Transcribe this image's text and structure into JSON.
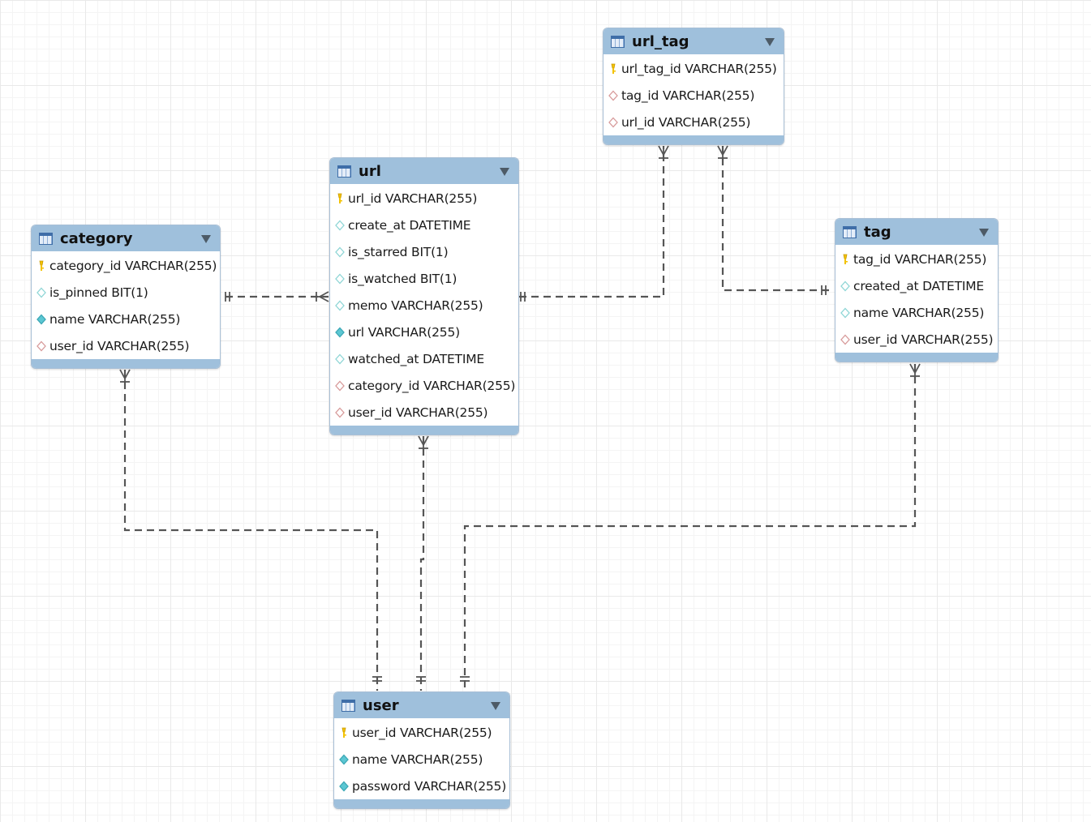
{
  "tables": [
    {
      "id": "url_tag",
      "name": "url_tag",
      "columns": [
        {
          "kind": "pk",
          "text": "url_tag_id VARCHAR(255)"
        },
        {
          "kind": "fk",
          "text": "tag_id VARCHAR(255)"
        },
        {
          "kind": "fk",
          "text": "url_id VARCHAR(255)"
        }
      ]
    },
    {
      "id": "url",
      "name": "url",
      "columns": [
        {
          "kind": "pk",
          "text": "url_id VARCHAR(255)"
        },
        {
          "kind": "nullable",
          "text": "create_at DATETIME"
        },
        {
          "kind": "nullable",
          "text": "is_starred BIT(1)"
        },
        {
          "kind": "nullable",
          "text": "is_watched BIT(1)"
        },
        {
          "kind": "nullable",
          "text": "memo VARCHAR(255)"
        },
        {
          "kind": "notnull",
          "text": "url VARCHAR(255)"
        },
        {
          "kind": "nullable",
          "text": "watched_at DATETIME"
        },
        {
          "kind": "fk",
          "text": "category_id VARCHAR(255)"
        },
        {
          "kind": "fk",
          "text": "user_id VARCHAR(255)"
        }
      ]
    },
    {
      "id": "category",
      "name": "category",
      "columns": [
        {
          "kind": "pk",
          "text": "category_id VARCHAR(255)"
        },
        {
          "kind": "nullable",
          "text": "is_pinned BIT(1)"
        },
        {
          "kind": "notnull",
          "text": "name VARCHAR(255)"
        },
        {
          "kind": "fk",
          "text": "user_id VARCHAR(255)"
        }
      ]
    },
    {
      "id": "tag",
      "name": "tag",
      "columns": [
        {
          "kind": "pk",
          "text": "tag_id VARCHAR(255)"
        },
        {
          "kind": "nullable",
          "text": "created_at DATETIME"
        },
        {
          "kind": "nullable",
          "text": "name VARCHAR(255)"
        },
        {
          "kind": "fk",
          "text": "user_id VARCHAR(255)"
        }
      ]
    },
    {
      "id": "user",
      "name": "user",
      "columns": [
        {
          "kind": "pk",
          "text": "user_id VARCHAR(255)"
        },
        {
          "kind": "notnull",
          "text": "name VARCHAR(255)"
        },
        {
          "kind": "notnull",
          "text": "password VARCHAR(255)"
        }
      ]
    }
  ],
  "relationships": [
    {
      "from": "url_tag",
      "to": "url",
      "cardinality": "many-to-one"
    },
    {
      "from": "url_tag",
      "to": "tag",
      "cardinality": "many-to-one"
    },
    {
      "from": "url",
      "to": "category",
      "cardinality": "many-to-one"
    },
    {
      "from": "url",
      "to": "user",
      "cardinality": "many-to-one"
    },
    {
      "from": "category",
      "to": "user",
      "cardinality": "many-to-one"
    },
    {
      "from": "tag",
      "to": "user",
      "cardinality": "many-to-one"
    }
  ],
  "colors": {
    "header": "#9fc0dc",
    "table_border": "#a8bfd6",
    "link": "#555555",
    "pk_icon": "#f3c200",
    "notnull_icon": "#5cc7d3",
    "nullable_icon": "#8fd6d6",
    "fk_icon": "#d79a9a"
  }
}
